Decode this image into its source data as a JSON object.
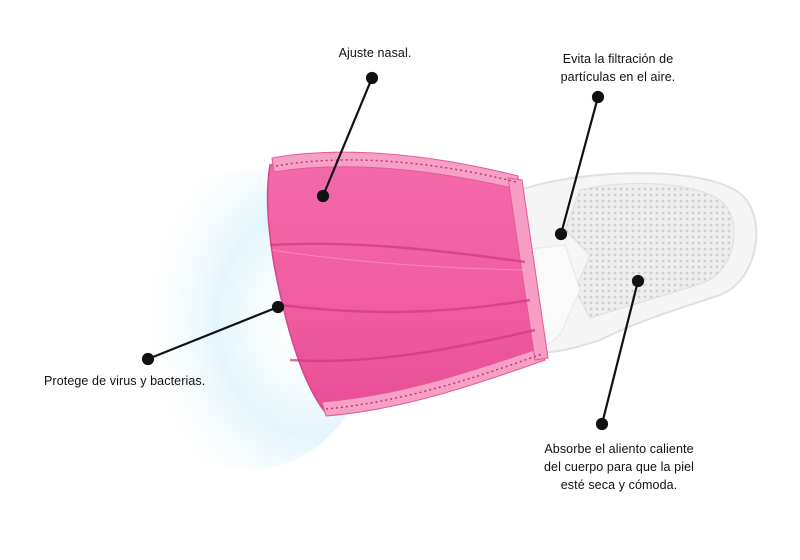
{
  "callouts": {
    "nasal": "Ajuste nasal.",
    "filter_line1": "Evita la filtración de",
    "filter_line2": "partículas en el aire.",
    "virus": "Protege de virus y bacterias.",
    "absorb_line1": "Absorbe el aliento caliente",
    "absorb_line2": "del cuerpo para que la piel",
    "absorb_line3": "esté seca y cómoda."
  },
  "colors": {
    "mask_pink": "#f25ea3",
    "mask_pink_dark": "#e2458c",
    "ear_loop": "#f4f4f4",
    "glow": "#cfeef8",
    "line": "#111111"
  }
}
